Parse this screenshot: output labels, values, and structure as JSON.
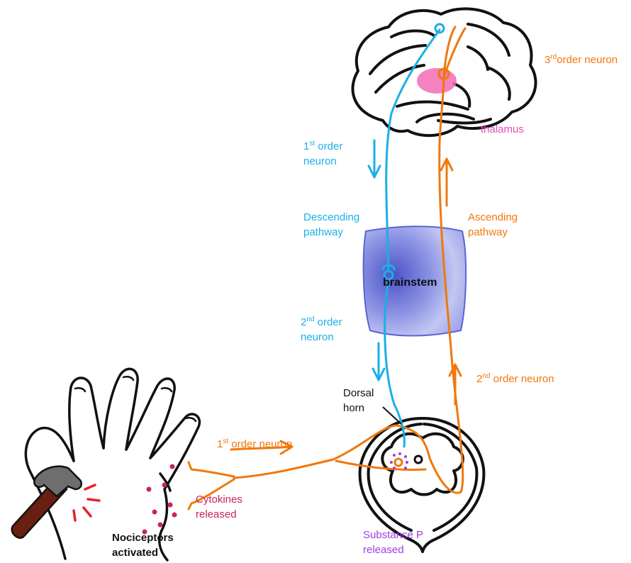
{
  "colors": {
    "descending": "#1AAFE6",
    "ascending": "#F0780A",
    "thalamus": "#E04FB6",
    "cytokines": "#C8245C",
    "substance_p": "#9B3FE0",
    "outline": "#111111",
    "brainstem_fill": "#6A72D8",
    "hammer_handle": "#6B1E12",
    "hammer_head": "#6E6E6E",
    "impact": "#E8222A"
  },
  "icons": {
    "brain": "brain-outline-icon",
    "spinal_cord": "spinal-cord-cross-section-icon",
    "hand": "hand-outline-icon",
    "hammer": "hammer-icon"
  },
  "labels": {
    "third_order": {
      "sup": "rd",
      "text": "order neuron",
      "num": "3"
    },
    "thalamus": "thalamus",
    "first_order_desc": {
      "num": "1",
      "sup": "st",
      "line1": "order",
      "line2": "neuron"
    },
    "descending_pathway": {
      "line1": "Descending",
      "line2": "pathway"
    },
    "ascending_pathway": {
      "line1": "Ascending",
      "line2": "pathway"
    },
    "brainstem": "brainstem",
    "second_order_desc": {
      "num": "2",
      "sup": "nd",
      "line1": "order",
      "line2": "neuron"
    },
    "second_order_asc": {
      "num": "2",
      "sup": "nd",
      "text": "order neuron"
    },
    "dorsal_horn": {
      "line1": "Dorsal",
      "line2": "horn"
    },
    "first_order_periph": {
      "num": "1",
      "sup": "st",
      "text": "order neuron"
    },
    "cytokines": {
      "line1": "Cytokines",
      "line2": "released"
    },
    "nociceptors": {
      "line1": "Nociceptors",
      "line2": "activated"
    },
    "substance_p": {
      "line1": "Substance P",
      "line2": "released"
    }
  }
}
